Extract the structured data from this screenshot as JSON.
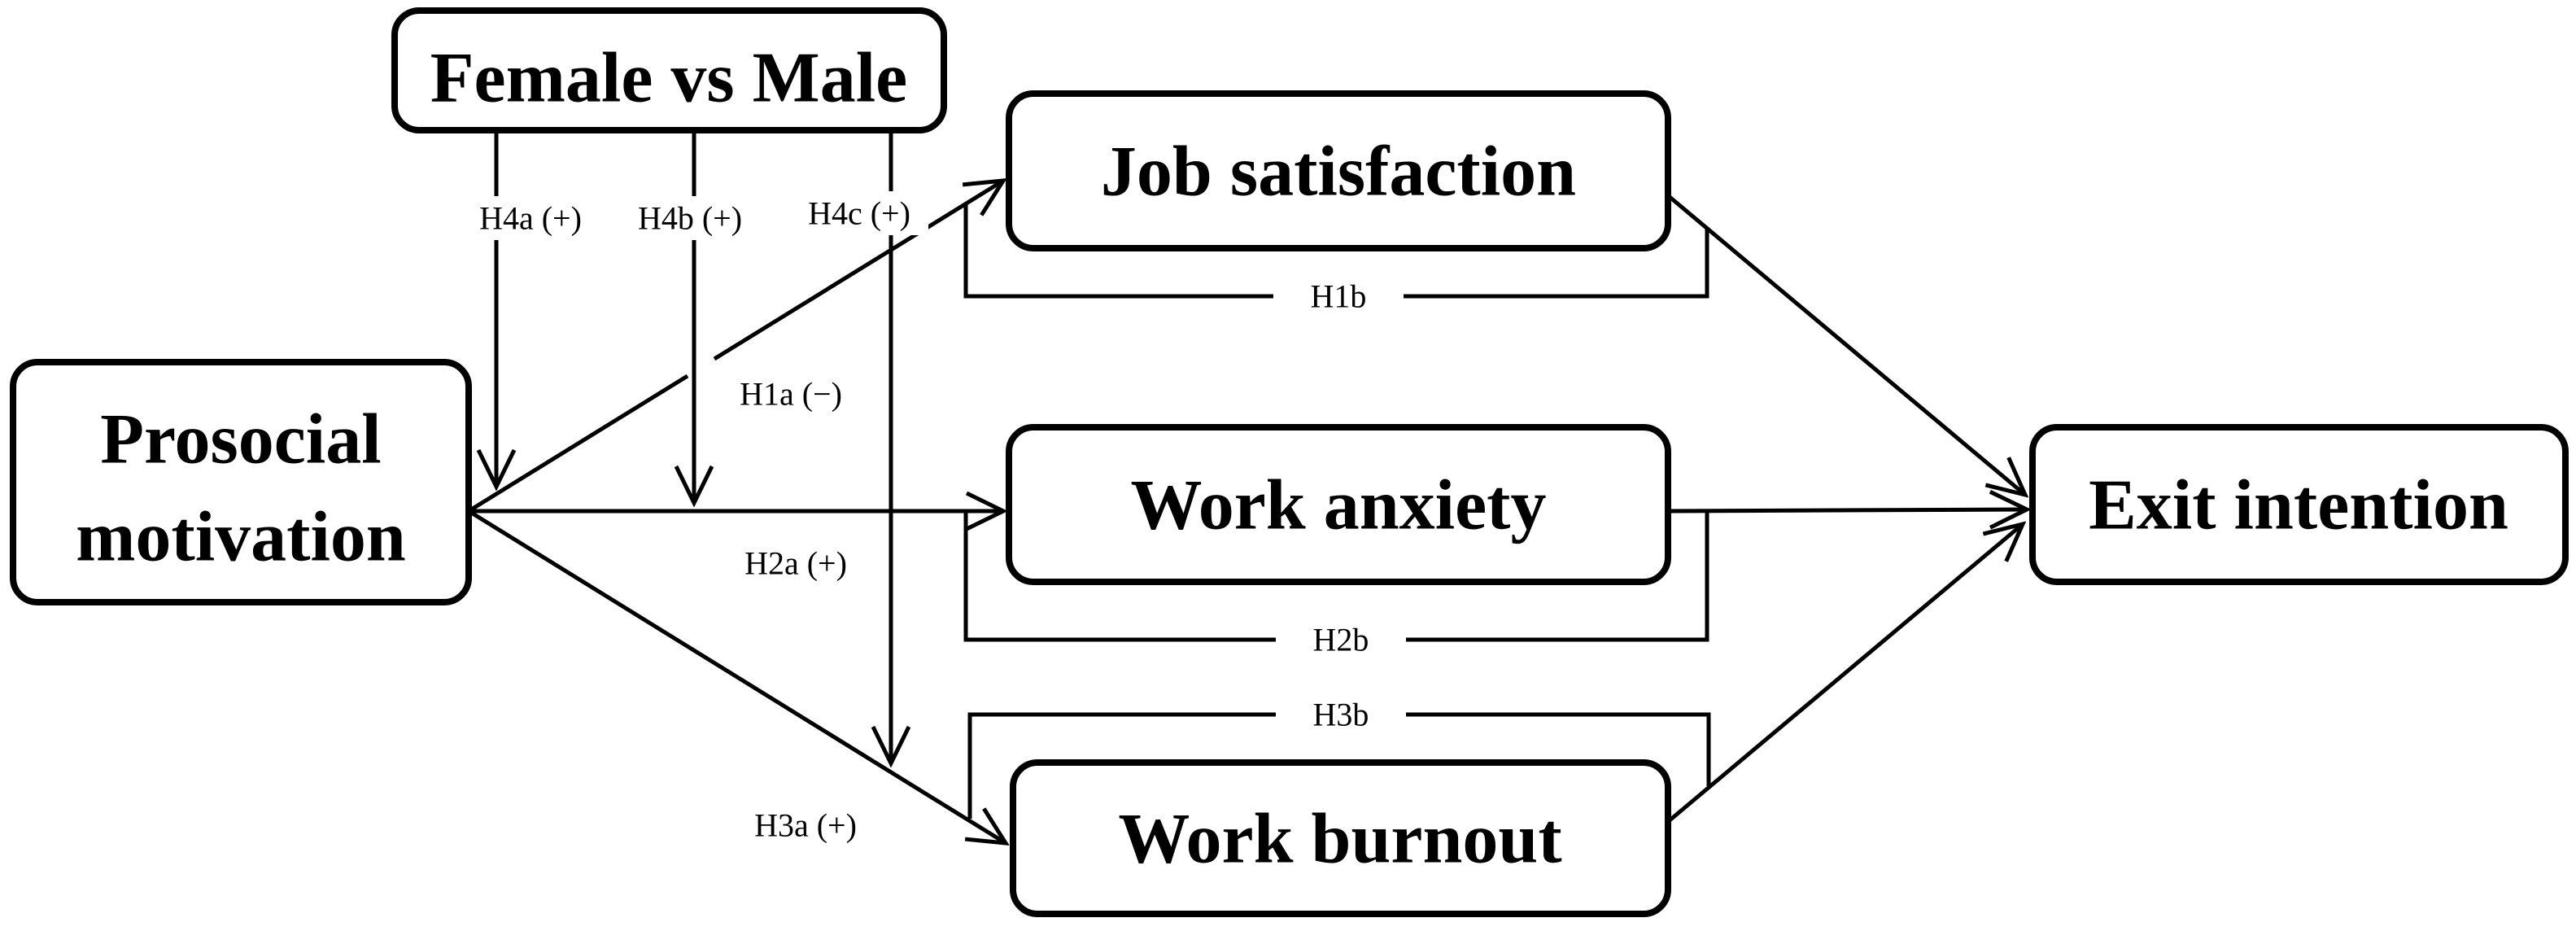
{
  "diagram": {
    "type": "path-model-diagram",
    "colors": {
      "stroke": "#000000",
      "node_fill": "#ffffff",
      "background": "#ffffff"
    },
    "nodes": {
      "gender": {
        "label": "Female vs Male"
      },
      "prosocial": {
        "lines": [
          "Prosocial",
          "motivation"
        ]
      },
      "job_satisfaction": {
        "label": "Job satisfaction"
      },
      "work_anxiety": {
        "label": "Work anxiety"
      },
      "work_burnout": {
        "label": "Work burnout"
      },
      "exit_intention": {
        "label": "Exit intention"
      }
    },
    "edge_labels": {
      "h4a": "H4a (+)",
      "h4b": "H4b (+)",
      "h4c": "H4c (+)",
      "h1a": "H1a (−)",
      "h2a": "H2a (+)",
      "h3a": "H3a (+)",
      "h1b": "H1b",
      "h2b": "H2b",
      "h3b": "H3b"
    }
  }
}
